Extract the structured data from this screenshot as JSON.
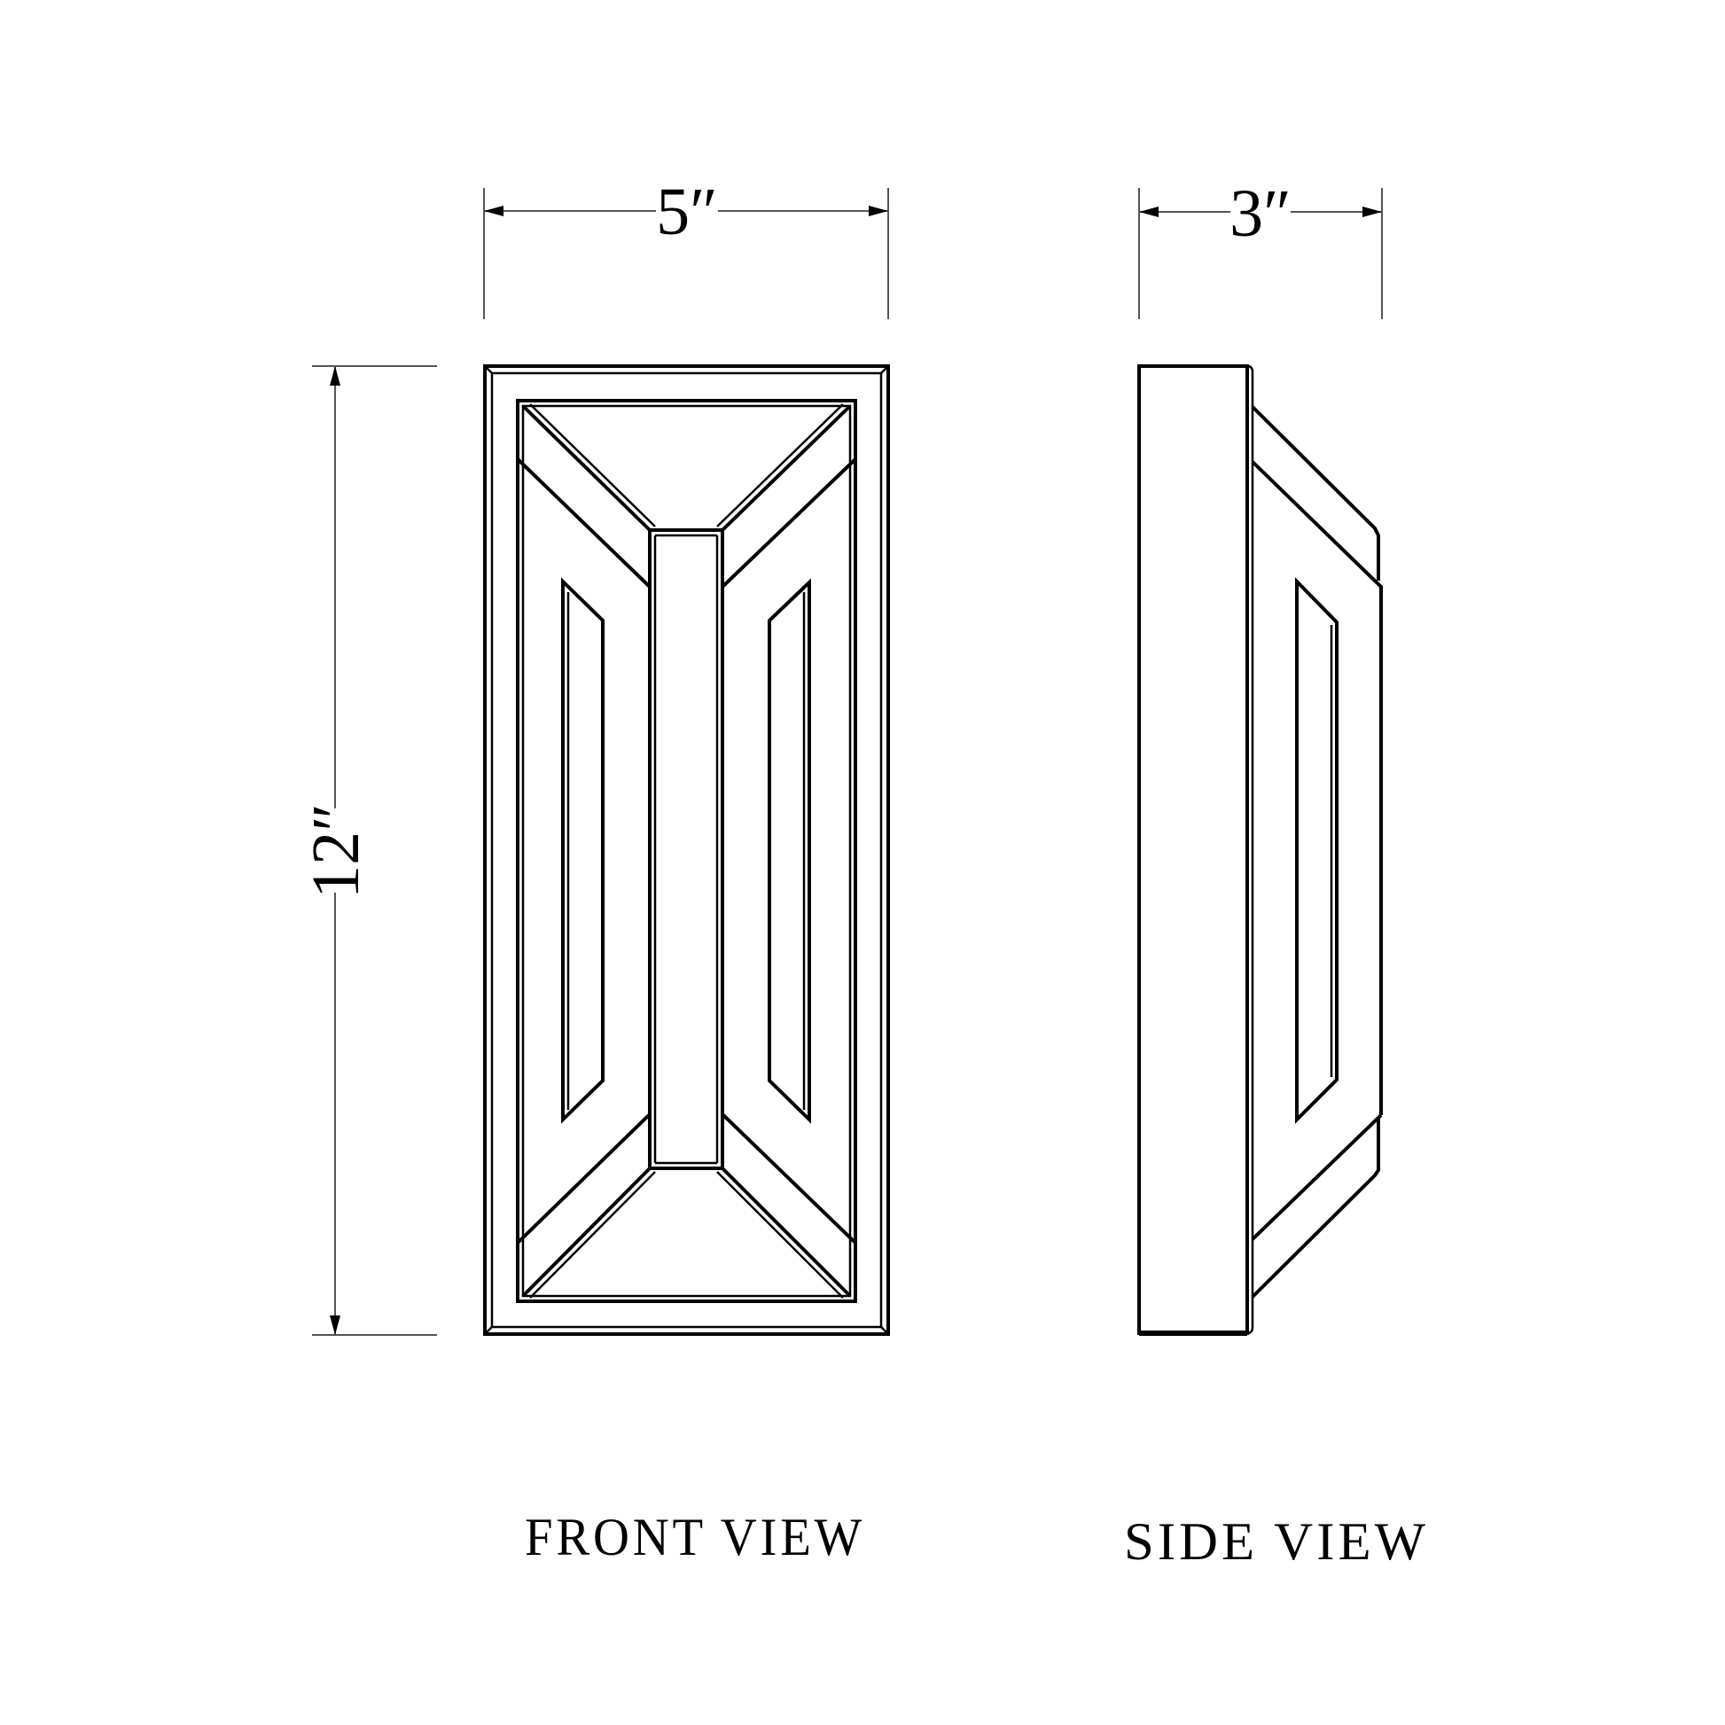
{
  "drawing": {
    "type": "technical dimension drawing",
    "object": "rectangular wall sconce",
    "line_color": "#000000",
    "dimension_line_color": "#555555",
    "background": "#ffffff"
  },
  "dimensions": {
    "front_width": "5″",
    "side_depth": "3″",
    "height": "12″"
  },
  "labels": {
    "front_view": "FRONT VIEW",
    "side_view": "SIDE VIEW"
  }
}
